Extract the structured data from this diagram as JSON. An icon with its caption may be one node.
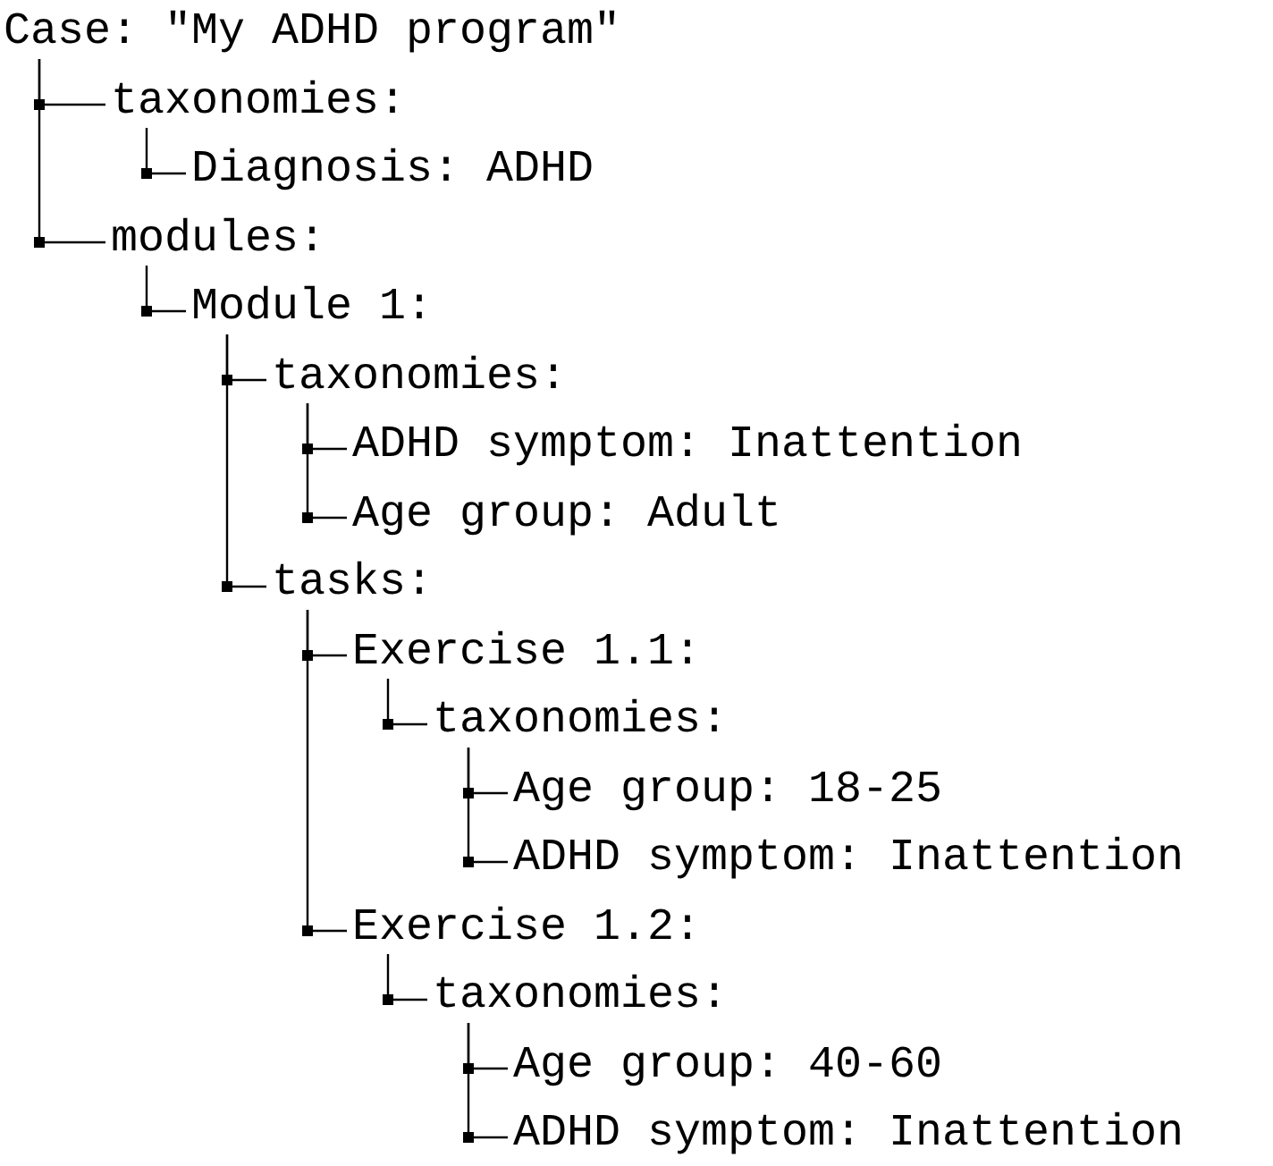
{
  "diagram": {
    "nodes": [
      {
        "text": [
          "Case: \"My ADHD program\""
        ]
      },
      {
        "text": [
          "taxonomies:"
        ]
      },
      {
        "text": [
          "Diagnosis: ADHD"
        ]
      },
      {
        "text": [
          "modules:"
        ]
      },
      {
        "text": [
          "Module 1:"
        ]
      },
      {
        "text": [
          "taxonomies:"
        ]
      },
      {
        "text": [
          "ADHD symptom: Inattention"
        ]
      },
      {
        "text": [
          "Age group: Adult"
        ]
      },
      {
        "text": [
          "tasks:"
        ]
      },
      {
        "text": [
          "Exercise 1.1:"
        ]
      },
      {
        "text": [
          "taxonomies:"
        ]
      },
      {
        "text": [
          "Age group: 18-25"
        ]
      },
      {
        "text": [
          "ADHD symptom: Inattention"
        ]
      },
      {
        "text": [
          "Exercise 1.2:"
        ]
      },
      {
        "text": [
          "taxonomies:"
        ]
      },
      {
        "text": [
          "Age group: 40-60"
        ]
      },
      {
        "text": [
          "ADHD symptom: Inattention"
        ]
      }
    ],
    "edges": [
      {
        "from": 0,
        "to": 1,
        "arrow": "none"
      },
      {
        "from": 1,
        "to": 2,
        "arrow": "none"
      },
      {
        "from": 0,
        "to": 3,
        "arrow": "none"
      },
      {
        "from": 3,
        "to": 4,
        "arrow": "none"
      },
      {
        "from": 4,
        "to": 5,
        "arrow": "none"
      },
      {
        "from": 5,
        "to": 6,
        "arrow": "none"
      },
      {
        "from": 5,
        "to": 7,
        "arrow": "none"
      },
      {
        "from": 4,
        "to": 8,
        "arrow": "none"
      },
      {
        "from": 8,
        "to": 9,
        "arrow": "none"
      },
      {
        "from": 9,
        "to": 10,
        "arrow": "none"
      },
      {
        "from": 10,
        "to": 11,
        "arrow": "none"
      },
      {
        "from": 10,
        "to": 12,
        "arrow": "none"
      },
      {
        "from": 8,
        "to": 13,
        "arrow": "none"
      },
      {
        "from": 13,
        "to": 14,
        "arrow": "none"
      },
      {
        "from": 14,
        "to": 15,
        "arrow": "none"
      },
      {
        "from": 14,
        "to": 16,
        "arrow": "none"
      }
    ]
  }
}
